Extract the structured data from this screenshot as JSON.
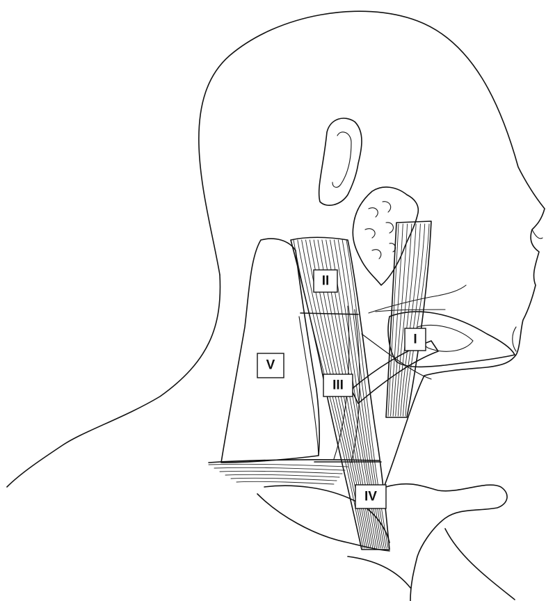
{
  "labels": {
    "level_1": "I",
    "level_2": "II",
    "level_3": "III",
    "level_4": "IV",
    "level_5": "V"
  }
}
